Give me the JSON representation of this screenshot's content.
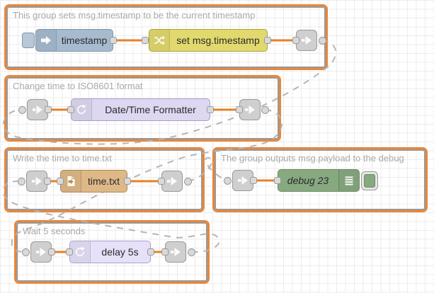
{
  "app": "Node-RED flow editor canvas",
  "groups": [
    {
      "label": "This group sets msg.timestamp to be the current timestamp"
    },
    {
      "label": "Change time to ISO8601 format"
    },
    {
      "label": "Write the time to time.txt"
    },
    {
      "label": "The group outputs msg.payload to the debug"
    },
    {
      "label": "Wait 5 seconds"
    }
  ],
  "nodes": {
    "inject": {
      "label": "timestamp"
    },
    "change": {
      "label": "set msg.timestamp"
    },
    "formatter": {
      "label": "Date/Time Formatter"
    },
    "file": {
      "label": "time.txt"
    },
    "debug": {
      "label": "debug 23"
    },
    "delay": {
      "label": "delay 5s"
    }
  },
  "icons": {
    "inject": "arrow-right-icon",
    "change": "shuffle-icon",
    "formatter": "timer-icon",
    "file": "file-out-icon",
    "debug": "list-lines-icon",
    "delay": "timer-icon",
    "link": "link-arrow-icon"
  },
  "colors": {
    "grid": "#ececec",
    "group_outline": "#e8873a",
    "group_border": "#999999",
    "group_label": "#a9a9a9",
    "wire": "#e58226",
    "link_wire": "#b5b5b5",
    "port_fill": "#d9d9d9",
    "port_border": "#999999",
    "inject": "#a6bbcf",
    "inject_border": "#8195aa",
    "inject_button": "#b9c8d7",
    "change": "#e2d96e",
    "change_border": "#aaa23b",
    "formatter": "#ded7f2",
    "formatter_border": "#a79fc8",
    "file": "#deb887",
    "file_border": "#ab8a55",
    "debug": "#87a980",
    "debug_border": "#6f8d66",
    "delay": "#e6e0f8",
    "delay_border": "#aaa2cc",
    "link_node": "#cfcfcf",
    "link_node_border": "#999999"
  }
}
